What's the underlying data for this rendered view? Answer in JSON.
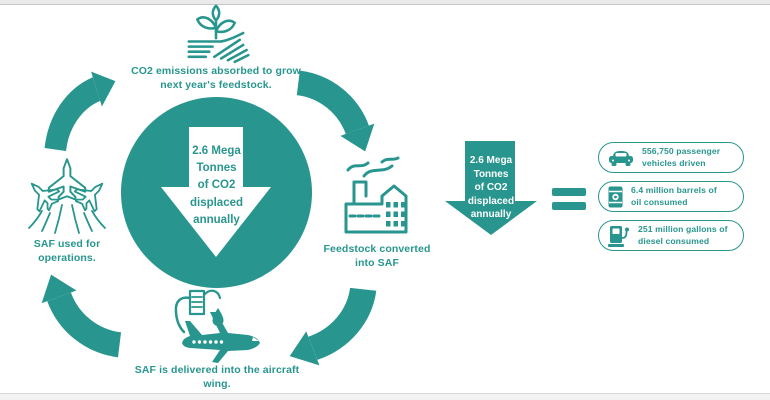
{
  "colors": {
    "teal": "#28968E",
    "background": "#ffffff"
  },
  "cycle": {
    "center_arrow": {
      "icon": "down-arrow-icon",
      "lines": [
        "2.6 Mega",
        "Tonnes",
        "of CO2",
        "displaced",
        "annually"
      ]
    },
    "steps": [
      {
        "icon": "plant-field-icon",
        "caption_line1": "CO2 emissions absorbed to grow",
        "caption_line2": "next year's feedstock."
      },
      {
        "icon": "factory-icon",
        "caption_line1": "Feedstock converted",
        "caption_line2": "into SAF"
      },
      {
        "icon": "fueling-aircraft-icon",
        "caption_line1": "SAF is delivered into the aircraft",
        "caption_line2": "wing."
      },
      {
        "icon": "aircraft-operations-icon",
        "caption_line1": "SAF used for",
        "caption_line2": "operations."
      }
    ]
  },
  "equivalence": {
    "arrow": {
      "icon": "down-arrow-icon",
      "lines": [
        "2.6 Mega",
        "Tonnes",
        "of CO2",
        "displaced",
        "annually"
      ]
    },
    "equals_icon": "equals-sign",
    "items": [
      {
        "icon": "car-icon",
        "line1": "556,750 passenger",
        "line2": "vehicles driven"
      },
      {
        "icon": "oil-barrel-icon",
        "line1": "6.4 million barrels of",
        "line2": "oil consumed"
      },
      {
        "icon": "fuel-pump-icon",
        "line1": "251 million gallons of",
        "line2": "diesel consumed"
      }
    ]
  }
}
